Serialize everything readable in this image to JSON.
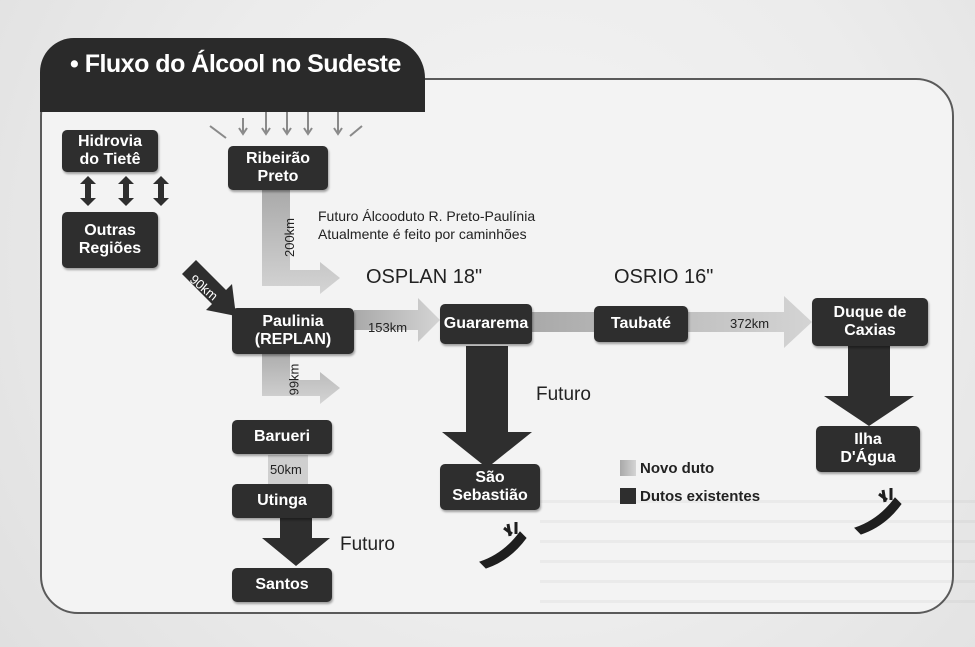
{
  "title": "• Fluxo do Álcool no Sudeste",
  "nodes": {
    "hidrovia": "Hidrovia\ndo Tietê",
    "outras": "Outras\nRegiões",
    "ribeirao": "Ribeirão\nPreto",
    "paulinia": "Paulinia\n(REPLAN)",
    "barueri": "Barueri",
    "utinga": "Utinga",
    "santos": "Santos",
    "guararema": "Guararema",
    "sao_sebastiao": "São\nSebastião",
    "taubate": "Taubaté",
    "duque": "Duque de\nCaxias",
    "ilha": "Ilha\nD'Água"
  },
  "labels": {
    "km200": "200km",
    "km90": "90km",
    "km153": "153km",
    "km99": "99km",
    "km50": "50km",
    "km372": "372km",
    "futuro_alcooduto": "Futuro Álcooduto R. Preto-Paulínia",
    "atualmente": "Atualmente é feito por caminhões",
    "osplan": "OSPLAN 18\"",
    "osrio": "OSRIO 16\"",
    "futuro_center": "Futuro",
    "futuro_bottom": "Futuro"
  },
  "legend": {
    "novo": "Novo duto",
    "existentes": "Dutos existentes"
  },
  "colors": {
    "node": "#2e2e2e",
    "existing_duct": "#2e2e2e",
    "new_duct": "#b8b8b8",
    "panel_border": "#5a5a5a"
  },
  "icons": [
    "ship-icon",
    "ship-icon"
  ]
}
